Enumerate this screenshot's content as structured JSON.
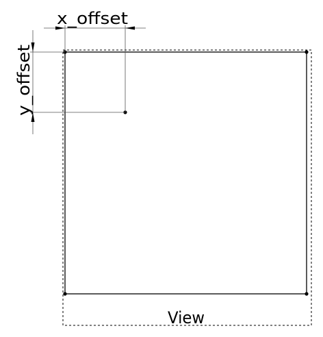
{
  "labels": {
    "x_offset": "x_offset",
    "y_offset": "y_offset",
    "view": "View"
  }
}
